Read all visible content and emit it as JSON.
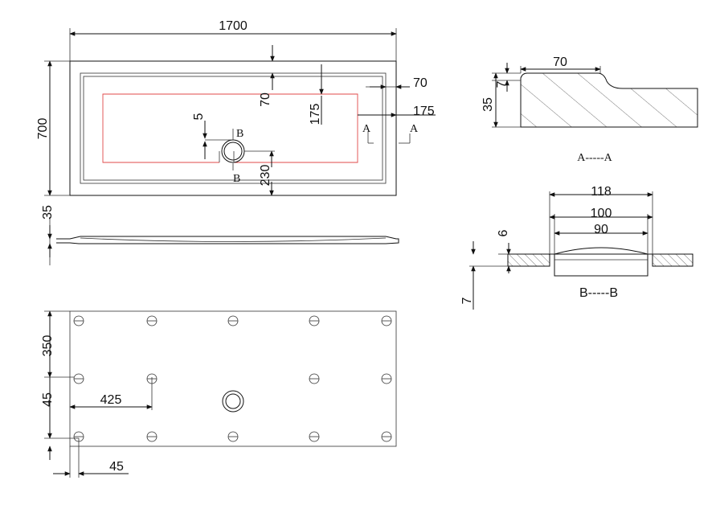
{
  "plan_view": {
    "overall_length": "1700",
    "overall_width": "700",
    "rim_top": "70",
    "rim_right": "70",
    "inner_offset_top": "175",
    "inner_offset_right": "175",
    "drain_offset": "5",
    "drain_bottom": "230",
    "section_a_left": "A",
    "section_a_right": "A",
    "section_b_top": "B",
    "section_b_bottom": "B"
  },
  "side_view": {
    "height": "35"
  },
  "bottom_view": {
    "foot_spacing_vertical": "350",
    "foot_edge_offset_vertical": "45",
    "foot_spacing_horizontal": "425",
    "foot_edge_offset_horizontal": "45"
  },
  "section_a": {
    "rim_width": "70",
    "lip_height": "7",
    "thickness": "35",
    "caption": "A-----A"
  },
  "section_b": {
    "outer_width": "118",
    "middle_width": "100",
    "inner_width": "90",
    "depth": "6",
    "base_thickness": "7",
    "caption": "B-----B"
  }
}
